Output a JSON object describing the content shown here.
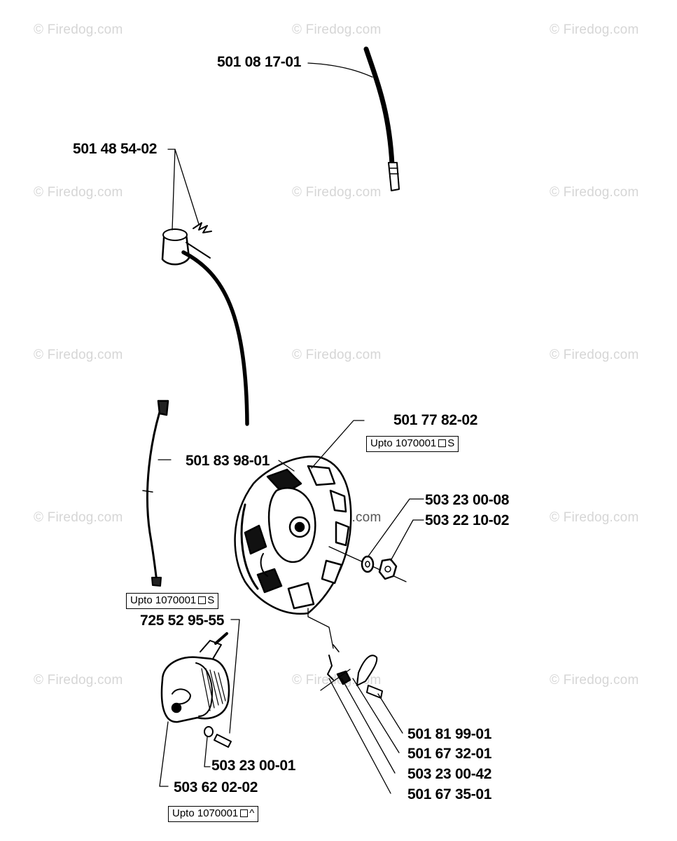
{
  "watermark": "© Firedog.com",
  "parts": {
    "p1": "501 08 17-01",
    "p2": "501 48 54-02",
    "p3": "501 77 82-02",
    "p4": "501 83 98-01",
    "p5": "503 23 00-08",
    "p6": "503 22 10-02",
    "p7": "725 52 95-55",
    "p8": "501 81 99-01",
    "p9": "501 67 32-01",
    "p10": "503 23 00-42",
    "p11": "503 23 00-01",
    "p12": "501 67 35-01",
    "p13": "503 62 02-02"
  },
  "notes": {
    "n1_text": "Upto 1070001",
    "n1_suffix": "S",
    "n2_text": "Upto 1070001",
    "n2_suffix": "S",
    "n3_text": "Upto 1070001",
    "n3_suffix": "^"
  }
}
